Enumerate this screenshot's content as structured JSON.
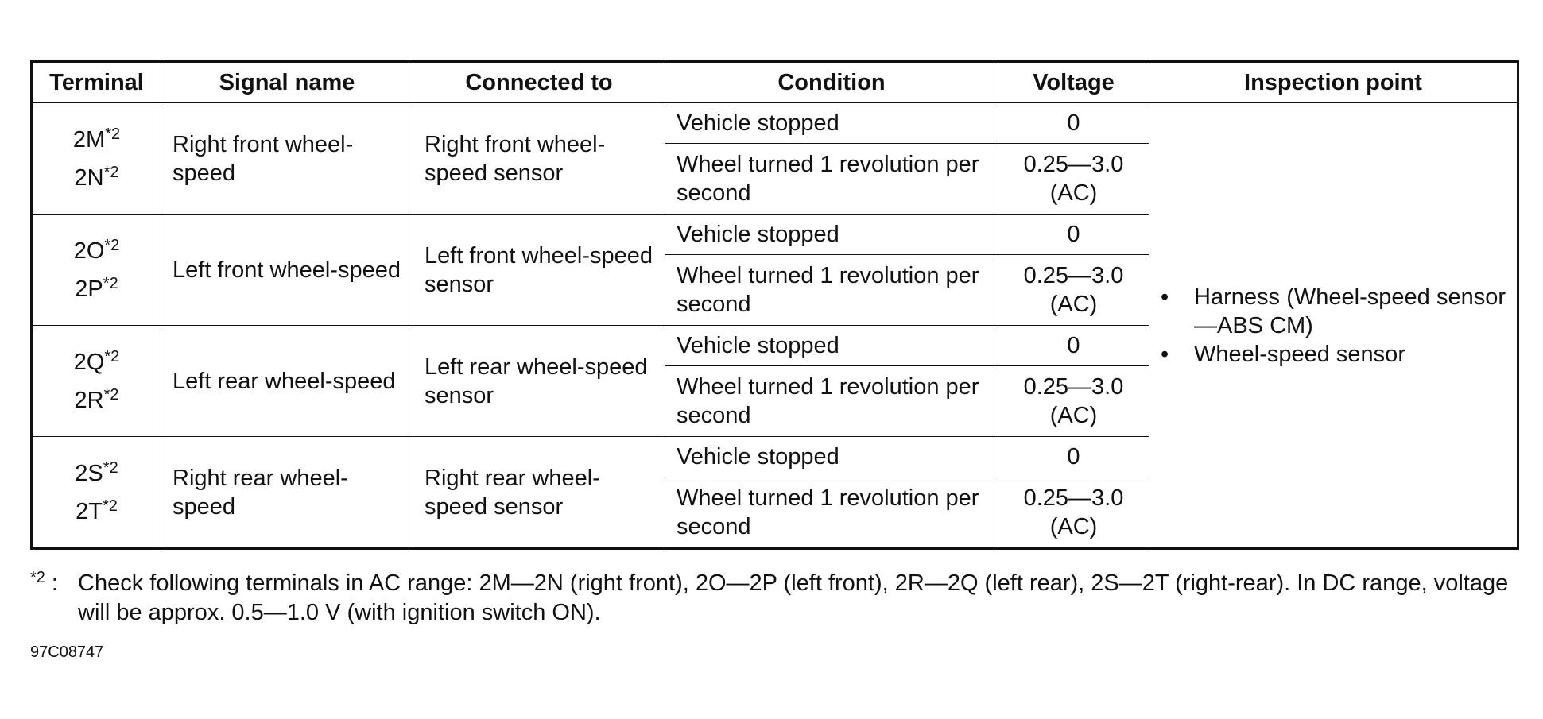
{
  "headers": {
    "terminal": "Terminal",
    "signal_name": "Signal name",
    "connected_to": "Connected to",
    "condition": "Condition",
    "voltage": "Voltage",
    "inspection_point": "Inspection point"
  },
  "rows": [
    {
      "term_a": "2M",
      "term_b": "2N",
      "signal": "Right front wheel-speed",
      "connected": "Right front wheel-speed sensor",
      "cond1": "Vehicle stopped",
      "volt1": "0",
      "cond2": "Wheel turned 1 revolution per second",
      "volt2": "0.25—3.0 (AC)"
    },
    {
      "term_a": "2O",
      "term_b": "2P",
      "signal": "Left front wheel-speed",
      "connected": "Left front wheel-speed sensor",
      "cond1": "Vehicle stopped",
      "volt1": "0",
      "cond2": "Wheel turned 1 revolution per second",
      "volt2": "0.25—3.0 (AC)"
    },
    {
      "term_a": "2Q",
      "term_b": "2R",
      "signal": "Left rear wheel-speed",
      "connected": "Left rear wheel-speed sensor",
      "cond1": "Vehicle stopped",
      "volt1": "0",
      "cond2": "Wheel turned 1 revolution per second",
      "volt2": "0.25—3.0 (AC)"
    },
    {
      "term_a": "2S",
      "term_b": "2T",
      "signal": "Right rear wheel-speed",
      "connected": "Right rear wheel-speed sensor",
      "cond1": "Vehicle stopped",
      "volt1": "0",
      "cond2": "Wheel turned 1 revolution per second",
      "volt2": "0.25—3.0 (AC)"
    }
  ],
  "footnote_ref": "*2",
  "footnote_sep": ":",
  "inspection": {
    "bullet": "•",
    "items": [
      "Harness (Wheel-speed sensor—ABS CM)",
      "Wheel-speed sensor"
    ]
  },
  "footnote": "Check following terminals in AC range: 2M—2N (right front), 2O—2P (left front), 2R—2Q (left rear), 2S—2T (right-rear). In DC range, voltage will be approx. 0.5—1.0 V (with ignition switch ON).",
  "figure_code": "97C08747"
}
